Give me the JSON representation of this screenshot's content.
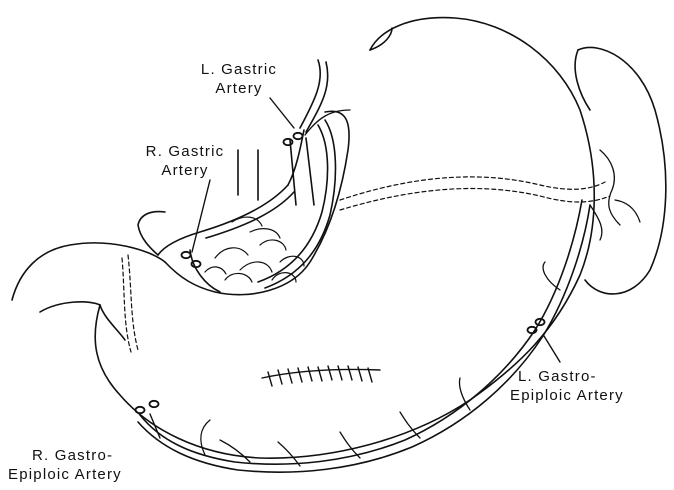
{
  "labels": {
    "l_gastric": [
      "L. Gastric",
      "Artery"
    ],
    "r_gastric": [
      "R. Gastric",
      "Artery"
    ],
    "l_gastroepiploic": [
      "L. Gastro-",
      "Epiploic Artery"
    ],
    "r_gastroepiploic": [
      "R. Gastro-",
      "Epiploic Artery"
    ]
  },
  "colors": {
    "ink": "#111111",
    "paper": "#ffffff"
  }
}
